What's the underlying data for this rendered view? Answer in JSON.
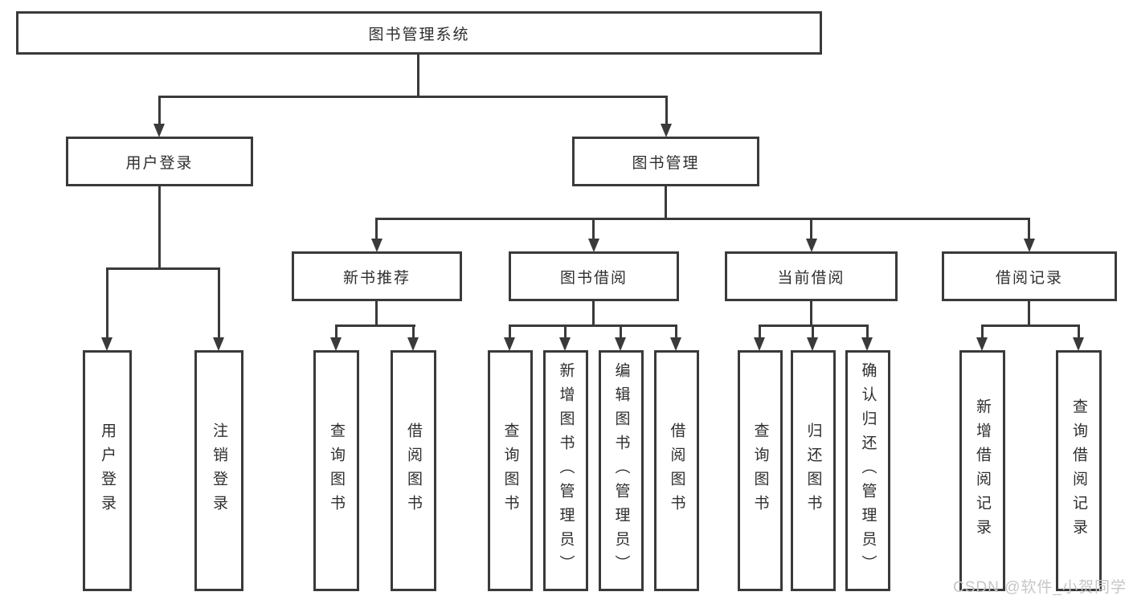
{
  "diagram": {
    "title_node": {
      "label": "图书管理系统"
    },
    "level2": [
      {
        "label": "用户登录"
      },
      {
        "label": "图书管理"
      }
    ],
    "level3": [
      {
        "label": "新书推荐"
      },
      {
        "label": "图书借阅"
      },
      {
        "label": "当前借阅"
      },
      {
        "label": "借阅记录"
      }
    ],
    "leaves": {
      "user_login": [
        {
          "label": "用户登录"
        },
        {
          "label": "注销登录"
        }
      ],
      "new_book_recommend": [
        {
          "label": "查询图书"
        },
        {
          "label": "借阅图书"
        }
      ],
      "book_borrow": [
        {
          "label": "查询图书"
        },
        {
          "label": "新增图书（管理员）"
        },
        {
          "label": "编辑图书（管理员）"
        },
        {
          "label": "借阅图书"
        }
      ],
      "current_borrow": [
        {
          "label": "查询图书"
        },
        {
          "label": "归还图书"
        },
        {
          "label": "确认归还（管理员）"
        }
      ],
      "borrow_records": [
        {
          "label": "新增借阅记录"
        },
        {
          "label": "查询借阅记录"
        }
      ]
    },
    "colors": {
      "line": "#3a3a3a",
      "text": "#2e2e2e",
      "background": "#ffffff",
      "watermark": "#c6c6c6"
    }
  },
  "watermark": {
    "text": "CSDN @软件_小贺同学"
  }
}
